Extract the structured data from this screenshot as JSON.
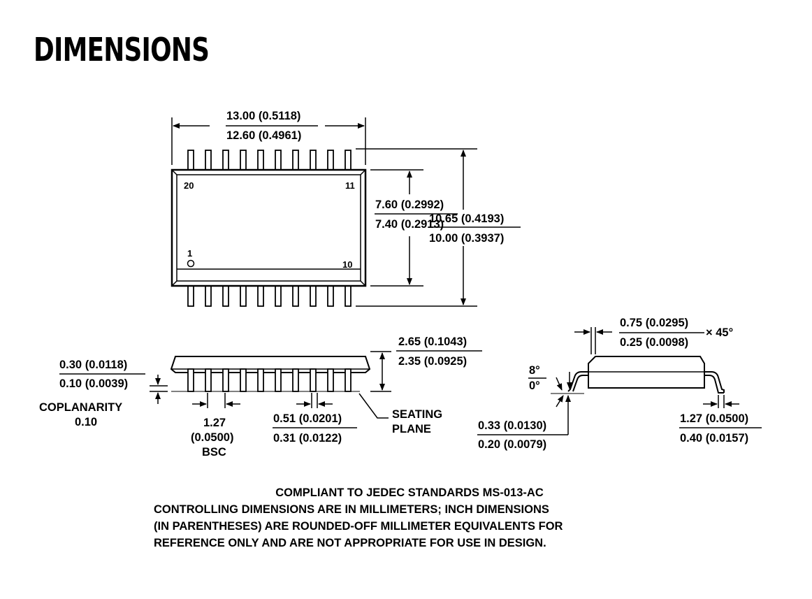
{
  "title": "DIMENSIONS",
  "top_view": {
    "length_max": "13.00 (0.5118)",
    "length_min": "12.60 (0.4961)",
    "body_width_max": "7.60 (0.2992)",
    "body_width_min": "7.40 (0.2913)",
    "overall_width_max": "10.65 (0.4193)",
    "overall_width_min": "10.00 (0.3937)",
    "pin_labels": {
      "p20": "20",
      "p11": "11",
      "p1": "1",
      "p10": "10"
    }
  },
  "side_view": {
    "coplanarity_max": "0.30 (0.0118)",
    "coplanarity_min": "0.10 (0.0039)",
    "coplanarity_label": "COPLANARITY",
    "coplanarity_value": "0.10",
    "height_max": "2.65 (0.1043)",
    "height_min": "2.35 (0.0925)",
    "pitch": "1.27",
    "pitch_inch": "(0.0500)",
    "pitch_note": "BSC",
    "lead_width_max": "0.51 (0.0201)",
    "lead_width_min": "0.31 (0.0122)",
    "seating_line1": "SEATING",
    "seating_line2": "PLANE"
  },
  "end_view": {
    "chamfer_max": "0.75 (0.0295)",
    "chamfer_min": "0.25 (0.0098)",
    "chamfer_angle": "× 45°",
    "angle_max": "8°",
    "angle_min": "0°",
    "lead_thick_max": "0.33 (0.0130)",
    "lead_thick_min": "0.20 (0.0079)",
    "foot_max": "1.27 (0.0500)",
    "foot_min": "0.40 (0.0157)"
  },
  "notes": {
    "line1": "COMPLIANT TO JEDEC STANDARDS MS-013-AC",
    "line2": "CONTROLLING DIMENSIONS ARE IN MILLIMETERS; INCH DIMENSIONS",
    "line3": "(IN PARENTHESES) ARE ROUNDED-OFF MILLIMETER EQUIVALENTS FOR",
    "line4": "REFERENCE ONLY AND ARE NOT APPROPRIATE FOR USE IN DESIGN."
  }
}
